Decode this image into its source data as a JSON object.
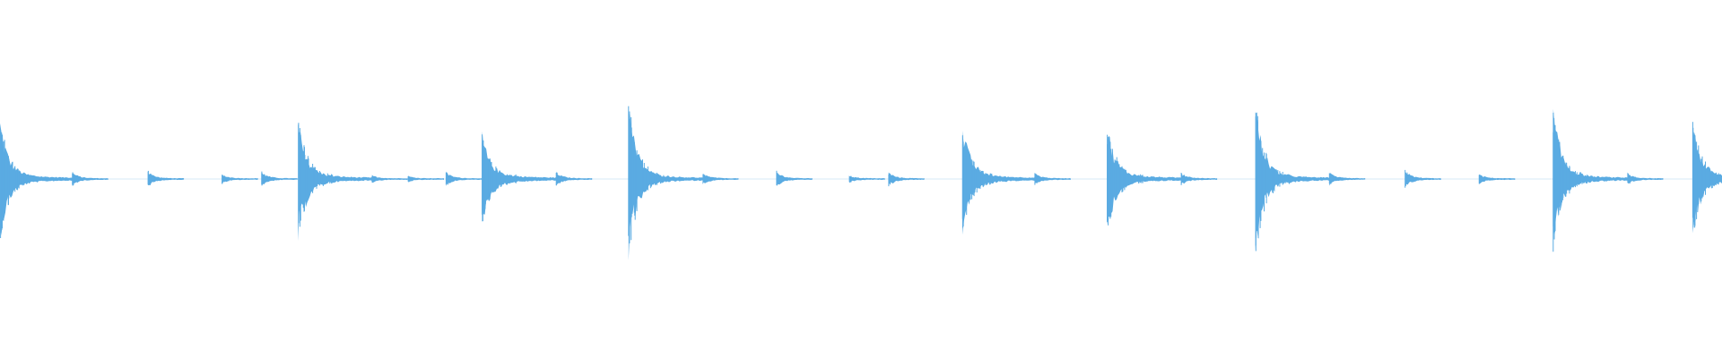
{
  "waveform": {
    "color": "#5AABE2",
    "background": "#ffffff",
    "description_free": true,
    "hits": [
      {
        "t": 0.0,
        "amp": 0.7,
        "type": "kick"
      },
      {
        "t": 0.042,
        "amp": 0.08,
        "type": "tick"
      },
      {
        "t": 0.086,
        "amp": 0.09,
        "type": "tick"
      },
      {
        "t": 0.129,
        "amp": 0.05,
        "type": "tick"
      },
      {
        "t": 0.152,
        "amp": 0.08,
        "type": "tick"
      },
      {
        "t": 0.173,
        "amp": 0.73,
        "type": "kick"
      },
      {
        "t": 0.216,
        "amp": 0.04,
        "type": "tick"
      },
      {
        "t": 0.237,
        "amp": 0.03,
        "type": "tick"
      },
      {
        "t": 0.259,
        "amp": 0.08,
        "type": "tick"
      },
      {
        "t": 0.28,
        "amp": 0.5,
        "type": "kick"
      },
      {
        "t": 0.323,
        "amp": 0.08,
        "type": "tick"
      },
      {
        "t": 0.365,
        "amp": 0.92,
        "type": "kick"
      },
      {
        "t": 0.408,
        "amp": 0.07,
        "type": "tick"
      },
      {
        "t": 0.451,
        "amp": 0.09,
        "type": "tick"
      },
      {
        "t": 0.493,
        "amp": 0.04,
        "type": "tick"
      },
      {
        "t": 0.516,
        "amp": 0.08,
        "type": "tick"
      },
      {
        "t": 0.559,
        "amp": 0.6,
        "type": "kick"
      },
      {
        "t": 0.601,
        "amp": 0.07,
        "type": "tick"
      },
      {
        "t": 0.643,
        "amp": 0.62,
        "type": "kick"
      },
      {
        "t": 0.686,
        "amp": 0.07,
        "type": "tick"
      },
      {
        "t": 0.729,
        "amp": 0.92,
        "type": "kick"
      },
      {
        "t": 0.772,
        "amp": 0.07,
        "type": "tick"
      },
      {
        "t": 0.816,
        "amp": 0.1,
        "type": "tick"
      },
      {
        "t": 0.859,
        "amp": 0.05,
        "type": "tick"
      },
      {
        "t": 0.902,
        "amp": 0.82,
        "type": "kick"
      },
      {
        "t": 0.945,
        "amp": 0.07,
        "type": "tick"
      },
      {
        "t": 0.983,
        "amp": 0.68,
        "type": "kick-cut"
      }
    ]
  }
}
